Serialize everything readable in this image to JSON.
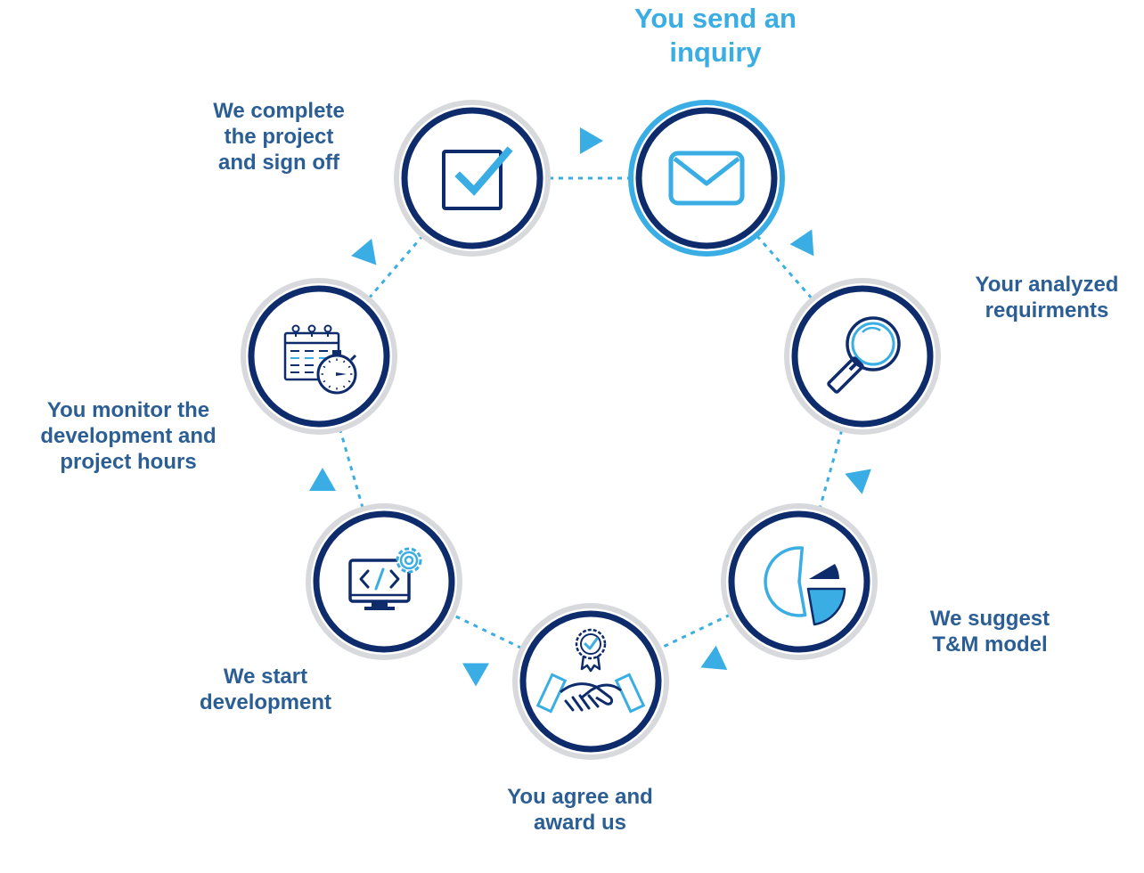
{
  "colors": {
    "navy": "#0e2c6c",
    "accent": "#3aaee4",
    "outer_ring": "#d8d9dc",
    "label": "#2b5e95"
  },
  "steps": [
    {
      "id": "send-inquiry",
      "order": 1,
      "active": true,
      "icon": "envelope-icon",
      "label_lines": [
        "You send an",
        "inquiry"
      ]
    },
    {
      "id": "analyzed-requirements",
      "order": 2,
      "active": false,
      "icon": "magnifier-icon",
      "label_lines": [
        "Your analyzed",
        "requirments"
      ]
    },
    {
      "id": "suggest-tm-model",
      "order": 3,
      "active": false,
      "icon": "pie-chart-icon",
      "label_lines": [
        "We suggest",
        "T&M model"
      ]
    },
    {
      "id": "agree-award",
      "order": 4,
      "active": false,
      "icon": "handshake-award-icon",
      "label_lines": [
        "You agree and",
        "award us"
      ]
    },
    {
      "id": "start-development",
      "order": 5,
      "active": false,
      "icon": "code-monitor-gear-icon",
      "label_lines": [
        "We start",
        "development"
      ]
    },
    {
      "id": "monitor-development",
      "order": 6,
      "active": false,
      "icon": "calendar-stopwatch-icon",
      "label_lines": [
        "You monitor the",
        "development and",
        "project hours"
      ]
    },
    {
      "id": "complete-project",
      "order": 7,
      "active": false,
      "icon": "checkbox-icon",
      "label_lines": [
        "We complete",
        "the project",
        "and sign off"
      ]
    }
  ]
}
